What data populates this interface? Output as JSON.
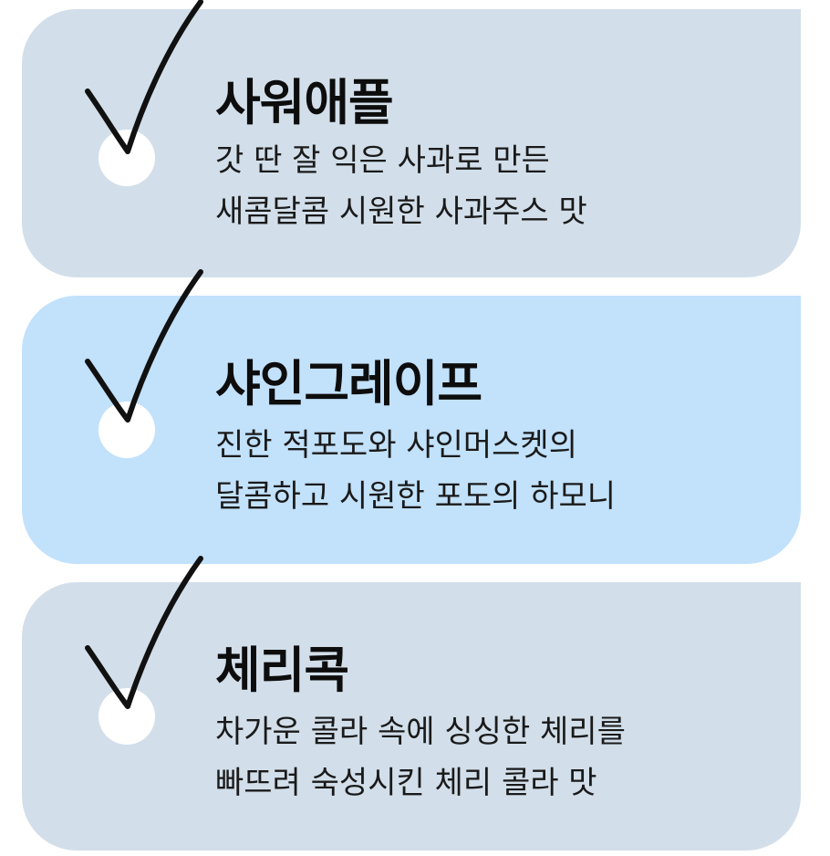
{
  "colors": {
    "card_gray": "#d2dfea",
    "card_blue": "#c2e1fb",
    "check_stroke": "#111111"
  },
  "items": [
    {
      "title": "사워애플",
      "desc_line1": "갓 딴 잘 익은 사과로 만든",
      "desc_line2": "새콤달콤 시원한 사과주스 맛",
      "icon": "checkmark-icon"
    },
    {
      "title": "샤인그레이프",
      "desc_line1": "진한 적포도와 샤인머스켓의",
      "desc_line2": "달콤하고 시원한 포도의 하모니",
      "icon": "checkmark-icon"
    },
    {
      "title": "체리콕",
      "desc_line1": "차가운 콜라 속에 싱싱한 체리를",
      "desc_line2": "빠뜨려 숙성시킨 체리 콜라 맛",
      "icon": "checkmark-icon"
    }
  ]
}
